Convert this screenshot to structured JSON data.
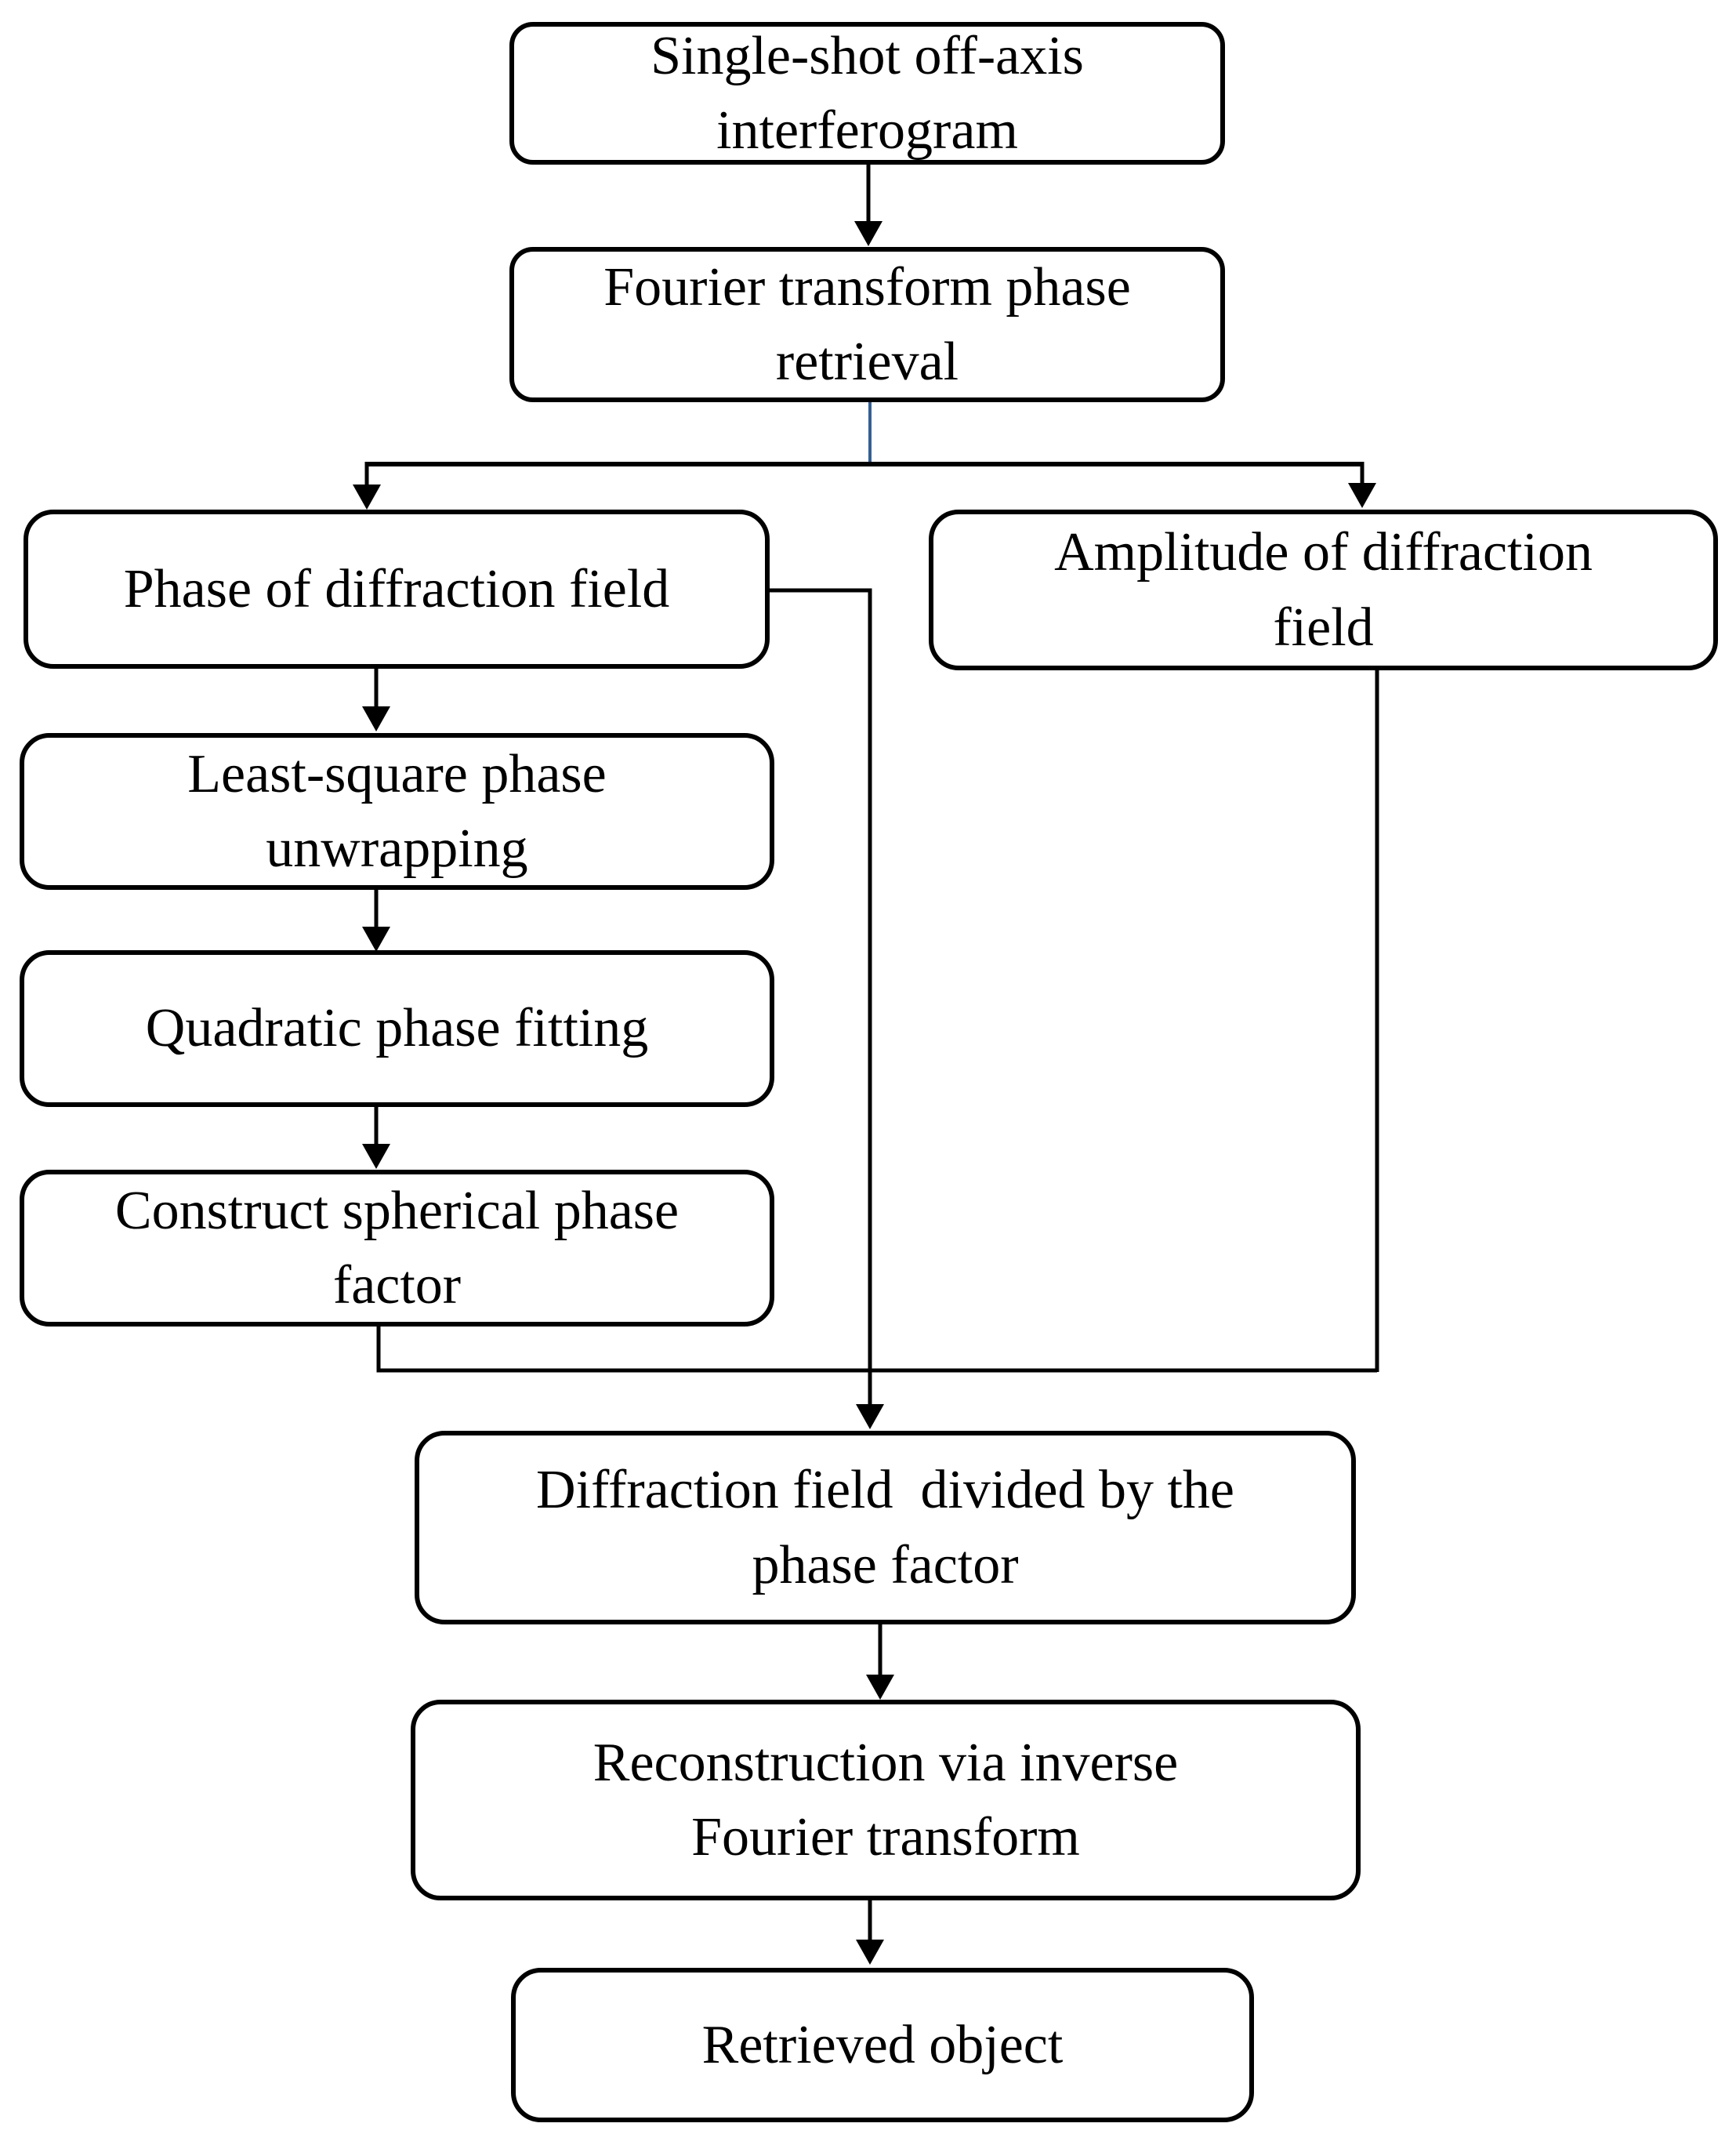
{
  "diagram": {
    "type": "flowchart",
    "background_color": "#ffffff",
    "box_border_color": "#000000",
    "connector_color": "#000000",
    "accent_stub_color": "#365f91",
    "text_color": "#000000",
    "nodes": [
      {
        "id": "interferogram",
        "lines": [
          "Single-shot off-axis",
          "interferogram"
        ]
      },
      {
        "id": "ft-phase-retrieval",
        "lines": [
          "Fourier transform phase",
          "retrieval"
        ]
      },
      {
        "id": "phase-field",
        "lines": [
          "Phase of diffraction field"
        ]
      },
      {
        "id": "amplitude-field",
        "lines": [
          "Amplitude of diffraction",
          "field"
        ]
      },
      {
        "id": "least-square",
        "lines": [
          "Least-square phase",
          "unwrapping"
        ]
      },
      {
        "id": "quadratic-fitting",
        "lines": [
          "Quadratic phase fitting"
        ]
      },
      {
        "id": "spherical-factor",
        "lines": [
          "Construct spherical phase",
          "factor"
        ]
      },
      {
        "id": "divide-phase-factor",
        "lines": [
          "Diffraction field  divided by the",
          "phase factor"
        ]
      },
      {
        "id": "reconstruction",
        "lines": [
          "Reconstruction via inverse",
          "Fourier transform"
        ]
      },
      {
        "id": "retrieved-object",
        "lines": [
          "Retrieved object"
        ]
      }
    ],
    "edges": [
      {
        "from": "interferogram",
        "to": "ft-phase-retrieval",
        "style": "arrow"
      },
      {
        "from": "ft-phase-retrieval",
        "to": "phase-field",
        "style": "split-arrow"
      },
      {
        "from": "ft-phase-retrieval",
        "to": "amplitude-field",
        "style": "split-arrow"
      },
      {
        "from": "phase-field",
        "to": "least-square",
        "style": "arrow"
      },
      {
        "from": "least-square",
        "to": "quadratic-fitting",
        "style": "arrow"
      },
      {
        "from": "quadratic-fitting",
        "to": "spherical-factor",
        "style": "arrow"
      },
      {
        "from": "phase-field",
        "to": "divide-phase-factor",
        "style": "elbow-arrow"
      },
      {
        "from": "spherical-factor",
        "to": "divide-phase-factor",
        "style": "elbow-merge"
      },
      {
        "from": "amplitude-field",
        "to": "divide-phase-factor",
        "style": "elbow-merge"
      },
      {
        "from": "divide-phase-factor",
        "to": "reconstruction",
        "style": "arrow"
      },
      {
        "from": "reconstruction",
        "to": "retrieved-object",
        "style": "arrow"
      }
    ]
  }
}
